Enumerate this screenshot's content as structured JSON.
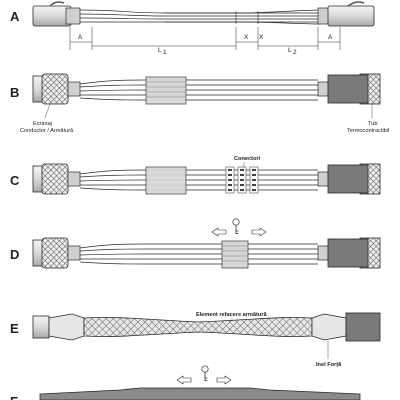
{
  "steps": {
    "a": {
      "letter": "A"
    },
    "b": {
      "letter": "B",
      "label_left_1": "Ecranaj",
      "label_left_2": "Conductor / Armătură",
      "label_right_1": "Tub",
      "label_right_2": "Termocontractibil"
    },
    "c": {
      "letter": "C",
      "label_top": "Conectori"
    },
    "d": {
      "letter": "D"
    },
    "e": {
      "letter": "E",
      "label_top": "Element refacere armătură",
      "label_bottom": "Inel Forță"
    },
    "f": {
      "letter": "F"
    }
  },
  "dimensions": {
    "a_left": "A",
    "l1": "L",
    "l1_sub": "1",
    "x_left": "X",
    "x_right": "X",
    "l2": "L",
    "l2_sub": "2",
    "a_right": "A"
  },
  "colors": {
    "stroke": "#2a2a2a",
    "cable_fill": "#dcdcdc",
    "dark_fill": "#6a6a6a",
    "knurl": "#bdbdbd"
  },
  "icons": [
    "key-icon",
    "arrow-left-icon",
    "arrow-right-icon"
  ]
}
